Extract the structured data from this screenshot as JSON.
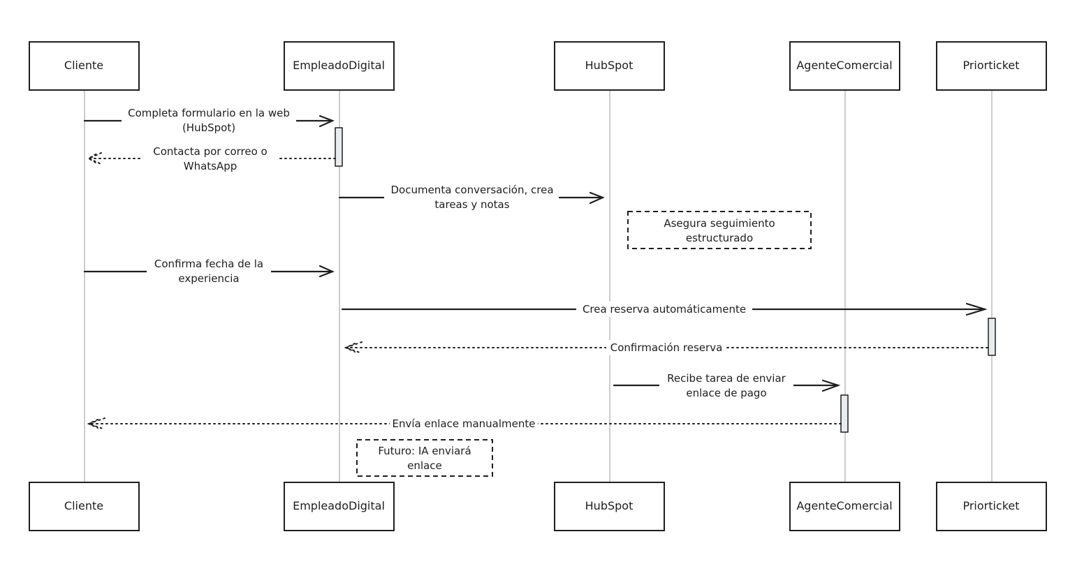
{
  "participants": [
    {
      "id": "cliente",
      "label": "Cliente"
    },
    {
      "id": "empleado",
      "label": "EmpleadoDigital"
    },
    {
      "id": "hubspot",
      "label": "HubSpot"
    },
    {
      "id": "agente",
      "label": "AgenteComercial"
    },
    {
      "id": "priorticket",
      "label": "Priorticket"
    }
  ],
  "messages": [
    {
      "from": "cliente",
      "to": "empleado",
      "style": "solid",
      "lines": [
        "Completa formulario en la web",
        "(HubSpot)"
      ]
    },
    {
      "from": "empleado",
      "to": "cliente",
      "style": "dotted",
      "lines": [
        "Contacta por correo o",
        "WhatsApp"
      ]
    },
    {
      "from": "empleado",
      "to": "hubspot",
      "style": "solid",
      "lines": [
        "Documenta conversación, crea",
        "tareas y notas"
      ]
    },
    {
      "from": "cliente",
      "to": "empleado",
      "style": "solid",
      "lines": [
        "Confirma fecha de la",
        "experiencia"
      ]
    },
    {
      "from": "empleado",
      "to": "priorticket",
      "style": "solid",
      "lines": [
        "Crea reserva automáticamente"
      ]
    },
    {
      "from": "priorticket",
      "to": "empleado",
      "style": "dotted",
      "lines": [
        "Confirmación reserva"
      ]
    },
    {
      "from": "hubspot",
      "to": "agente",
      "style": "solid",
      "lines": [
        "Recibe tarea de enviar",
        "enlace de pago"
      ]
    },
    {
      "from": "agente",
      "to": "cliente",
      "style": "dotted",
      "lines": [
        "Envía enlace manualmente"
      ]
    }
  ],
  "notes": [
    {
      "over": "hubspot",
      "lines": [
        "Asegura seguimiento",
        "estructurado"
      ]
    },
    {
      "over": "empleado",
      "lines": [
        "Futuro: IA enviará",
        "enlace"
      ]
    }
  ],
  "colors": {
    "stroke": "#1e1e1e",
    "lifeline": "#9a9a9a",
    "activation": "#e9ecef"
  }
}
